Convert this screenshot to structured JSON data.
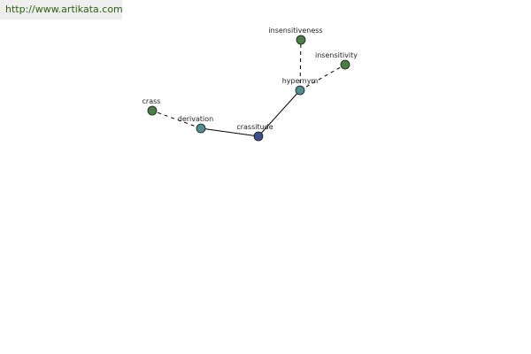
{
  "banner": {
    "url": "http://www.artikata.com"
  },
  "graph": {
    "nodes": [
      {
        "id": "crassitude",
        "label": "crassitude",
        "color": "#3e4d8c"
      },
      {
        "id": "derivation",
        "label": "derivation",
        "color": "#4f8f8f"
      },
      {
        "id": "crass",
        "label": "crass",
        "color": "#4a7f44"
      },
      {
        "id": "hypernym",
        "label": "hypernym",
        "color": "#4f8f8f"
      },
      {
        "id": "insensitiveness",
        "label": "insensitiveness",
        "color": "#4a7f44"
      },
      {
        "id": "insensitivity",
        "label": "insensitivity",
        "color": "#4a7f44"
      }
    ],
    "edges": [
      {
        "from": "crassitude",
        "to": "derivation",
        "style": "solid"
      },
      {
        "from": "derivation",
        "to": "crass",
        "style": "dashed"
      },
      {
        "from": "crassitude",
        "to": "hypernym",
        "style": "solid"
      },
      {
        "from": "hypernym",
        "to": "insensitiveness",
        "style": "dashed"
      },
      {
        "from": "hypernym",
        "to": "insensitivity",
        "style": "dashed"
      }
    ]
  }
}
